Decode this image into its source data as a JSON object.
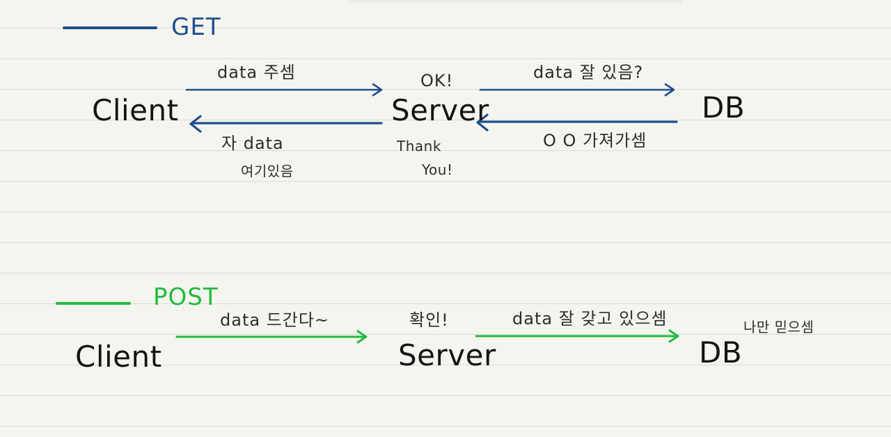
{
  "colors": {
    "get_color": "#1f4e8f",
    "post_color": "#22bb3f",
    "text_color": "#141414",
    "paper": "#f5f5f0",
    "rule": "#dcdcd6"
  },
  "get_section": {
    "title": "GET",
    "client": "Client",
    "server": "Server",
    "db": "DB",
    "client_to_server": "data 주셈",
    "server_to_client_line1": "자 data",
    "server_to_client_line2": "여기있음",
    "server_ack": "OK!",
    "server_to_db": "data 잘 있음?",
    "db_to_server": "O O 가져가셈",
    "server_thanks_line1": "Thank",
    "server_thanks_line2": "You!"
  },
  "post_section": {
    "title": "POST",
    "client": "Client",
    "server": "Server",
    "db": "DB",
    "client_to_server": "data 드간다~",
    "server_ack": "확인!",
    "server_to_db": "data 잘 갖고 있으셈",
    "db_reply": "나만 믿으셈"
  }
}
